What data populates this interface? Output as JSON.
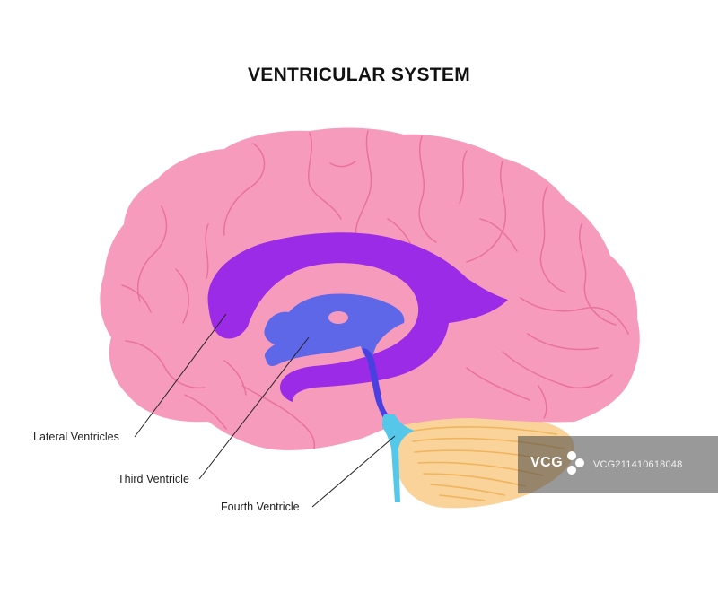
{
  "title": "VENTRICULAR SYSTEM",
  "labels": {
    "lateral": "Lateral Ventricles",
    "third": "Third Ventricle",
    "fourth": "Fourth Ventricle"
  },
  "colors": {
    "cerebrum": "#f79bbd",
    "gyri_lines": "#e8729c",
    "cerebellum": "#f9d399",
    "cerebellum_lines": "#efb45e",
    "lateral_ventricles": "#9b2be6",
    "third_ventricle": "#5e67e8",
    "fourth_ventricle": "#55c8ea",
    "aqueduct": "#4a3fe0"
  },
  "watermark": {
    "logo": "VCG",
    "text": "VCG211410618048"
  }
}
